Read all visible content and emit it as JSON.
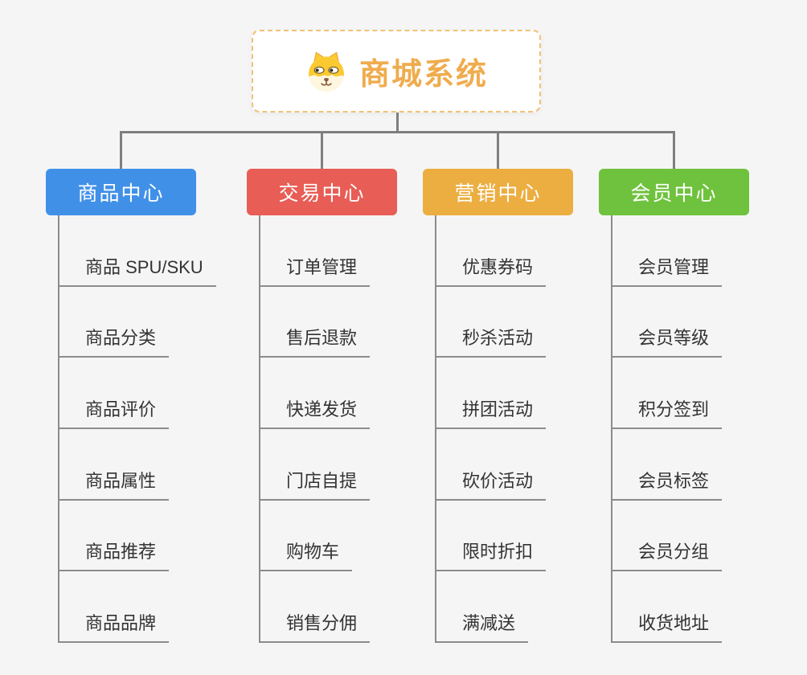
{
  "root": {
    "title": "商城系统",
    "icon": "dog-icon"
  },
  "branches": [
    {
      "label": "商品中心",
      "color": "#4190e8",
      "children": [
        "商品 SPU/SKU",
        "商品分类",
        "商品评价",
        "商品属性",
        "商品推荐",
        "商品品牌"
      ]
    },
    {
      "label": "交易中心",
      "color": "#e85d55",
      "children": [
        "订单管理",
        "售后退款",
        "快递发货",
        "门店自提",
        "购物车",
        "销售分佣"
      ]
    },
    {
      "label": "营销中心",
      "color": "#ecae41",
      "children": [
        "优惠券码",
        "秒杀活动",
        "拼团活动",
        "砍价活动",
        "限时折扣",
        "满减送"
      ]
    },
    {
      "label": "会员中心",
      "color": "#6fc23d",
      "children": [
        "会员管理",
        "会员等级",
        "积分签到",
        "会员标签",
        "会员分组",
        "收货地址"
      ]
    }
  ],
  "colors": {
    "background": "#f5f5f5",
    "connector": "#7f7f7f",
    "underline": "#8c8c8c",
    "root_border": "#f2c178",
    "root_title": "#efac4e",
    "child_text": "#333333"
  }
}
